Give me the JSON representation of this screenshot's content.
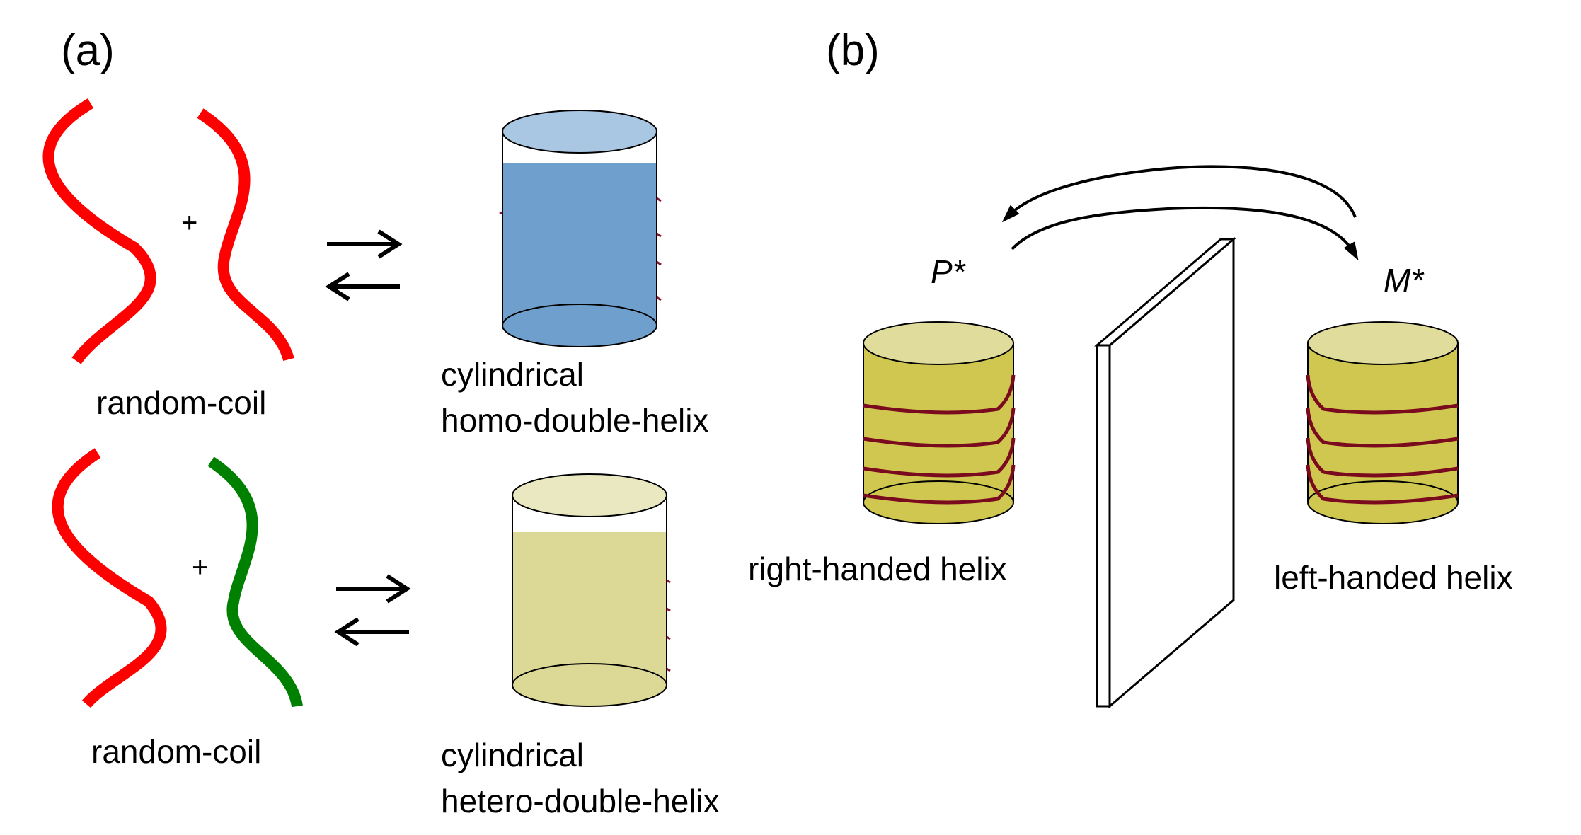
{
  "panels": {
    "a": {
      "label": "(a)",
      "rows": [
        {
          "strand_colors": [
            "#ff0000",
            "#ff0000"
          ],
          "plus": "+",
          "coil_label": "random-coil",
          "cylinder_body_color": "#6f9fcd",
          "cylinder_top_color": "#a9c6e2",
          "helix_label_lines": [
            "cylindrical",
            "homo-double-helix"
          ]
        },
        {
          "strand_colors": [
            "#ff0000",
            "#008000"
          ],
          "plus": "+",
          "coil_label": "random-coil",
          "cylinder_body_color": "#dcd997",
          "cylinder_top_color": "#eae8c0",
          "helix_label_lines": [
            "cylindrical",
            "hetero-double-helix"
          ]
        }
      ]
    },
    "b": {
      "label": "(b)",
      "left": {
        "chirality": "P*",
        "label": "right-handed helix"
      },
      "right": {
        "chirality": "M*",
        "label": "left-handed helix"
      },
      "cylinder_body_color": "#cfc74f",
      "cylinder_top_color": "#e0dc9c",
      "helix_stripe_color": "#7a0a1e"
    }
  }
}
